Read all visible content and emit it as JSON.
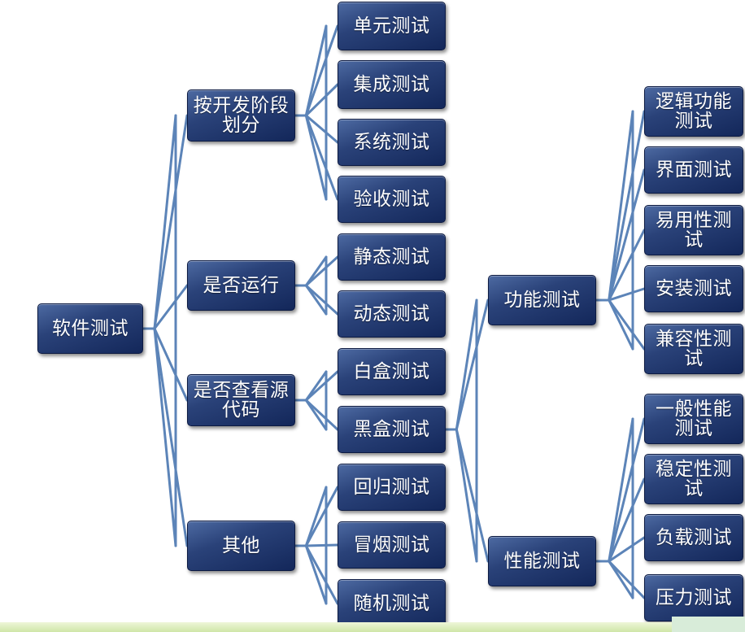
{
  "diagram": {
    "root": {
      "id": "root",
      "label": "软件测试"
    },
    "groups": [
      {
        "id": "g_stage",
        "label": "按开发阶段划分",
        "parent": "root",
        "children": [
          {
            "id": "c_unit",
            "label": "单元测试"
          },
          {
            "id": "c_integ",
            "label": "集成测试"
          },
          {
            "id": "c_system",
            "label": "系统测试"
          },
          {
            "id": "c_accept",
            "label": "验收测试"
          }
        ]
      },
      {
        "id": "g_run",
        "label": "是否运行",
        "parent": "root",
        "children": [
          {
            "id": "c_static",
            "label": "静态测试"
          },
          {
            "id": "c_dynamic",
            "label": "动态测试"
          }
        ]
      },
      {
        "id": "g_src",
        "label": "是否查看源代码",
        "parent": "root",
        "children": [
          {
            "id": "c_white",
            "label": "白盒测试"
          },
          {
            "id": "c_black",
            "label": "黑盒测试"
          }
        ]
      },
      {
        "id": "g_other",
        "label": "其他",
        "parent": "root",
        "children": [
          {
            "id": "c_regress",
            "label": "回归测试"
          },
          {
            "id": "c_smoke",
            "label": "冒烟测试"
          },
          {
            "id": "c_random",
            "label": "随机测试"
          }
        ]
      }
    ],
    "black_box_branches": [
      {
        "id": "b_func",
        "label": "功能测试",
        "parent": "c_black",
        "children": [
          {
            "id": "f_logic",
            "label": "逻辑功能测试"
          },
          {
            "id": "f_ui",
            "label": "界面测试"
          },
          {
            "id": "f_usab",
            "label": "易用性测试"
          },
          {
            "id": "f_install",
            "label": "安装测试"
          },
          {
            "id": "f_compat",
            "label": "兼容性测试"
          }
        ]
      },
      {
        "id": "b_perf",
        "label": "性能测试",
        "parent": "c_black",
        "children": [
          {
            "id": "p_general",
            "label": "一般性能测试"
          },
          {
            "id": "p_stable",
            "label": "稳定性测试"
          },
          {
            "id": "p_load",
            "label": "负载测试"
          },
          {
            "id": "p_stress",
            "label": "压力测试"
          }
        ]
      }
    ]
  },
  "colors": {
    "node_light": "#4d6aa2",
    "node_mid": "#2a4279",
    "node_dark": "#13275a",
    "connector": "#5c84b8",
    "text": "#ffffff"
  }
}
